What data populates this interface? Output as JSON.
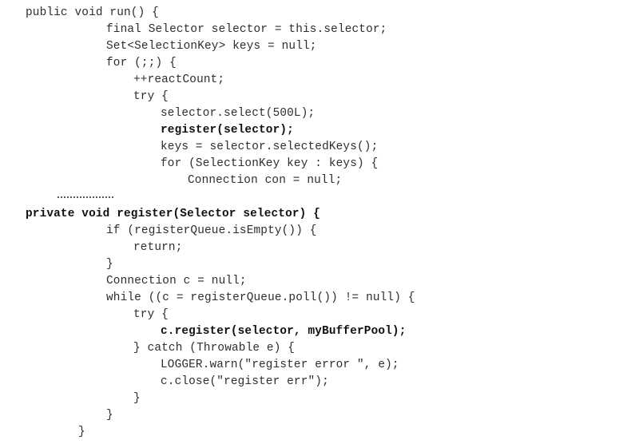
{
  "code_lines": [
    {
      "text": "public void run() {",
      "bold": false
    },
    {
      "text": "final Selector selector = this.selector;",
      "bold": false
    },
    {
      "text": "Set<SelectionKey> keys = null;",
      "bold": false
    },
    {
      "text": "for (;;) {",
      "bold": false
    },
    {
      "text": "++reactCount;",
      "bold": false
    },
    {
      "text": "try {",
      "bold": false
    },
    {
      "text": "selector.select(500L);",
      "bold": false
    },
    {
      "text": "register(selector);",
      "bold": true
    },
    {
      "text": "keys = selector.selectedKeys();",
      "bold": false
    },
    {
      "text": "for (SelectionKey key : keys) {",
      "bold": false
    },
    {
      "text": "Connection con = null;",
      "bold": false
    },
    {
      "text": "private void register(Selector selector) {",
      "bold": true
    },
    {
      "text": "if (registerQueue.isEmpty()) {",
      "bold": false
    },
    {
      "text": "return;",
      "bold": false
    },
    {
      "text": "}",
      "bold": false
    },
    {
      "text": "Connection c = null;",
      "bold": false
    },
    {
      "text": "while ((c = registerQueue.poll()) != null) {",
      "bold": false
    },
    {
      "text": "try {",
      "bold": false
    },
    {
      "text": "c.register(selector, myBufferPool);",
      "bold": true
    },
    {
      "text": "} catch (Throwable e) {",
      "bold": false
    },
    {
      "text": "LOGGER.warn(\"register error \", e);",
      "bold": false
    },
    {
      "text": "c.close(\"register err\");",
      "bold": false
    },
    {
      "text": "}",
      "bold": false
    },
    {
      "text": "}",
      "bold": false
    },
    {
      "text": "}",
      "bold": false
    }
  ]
}
